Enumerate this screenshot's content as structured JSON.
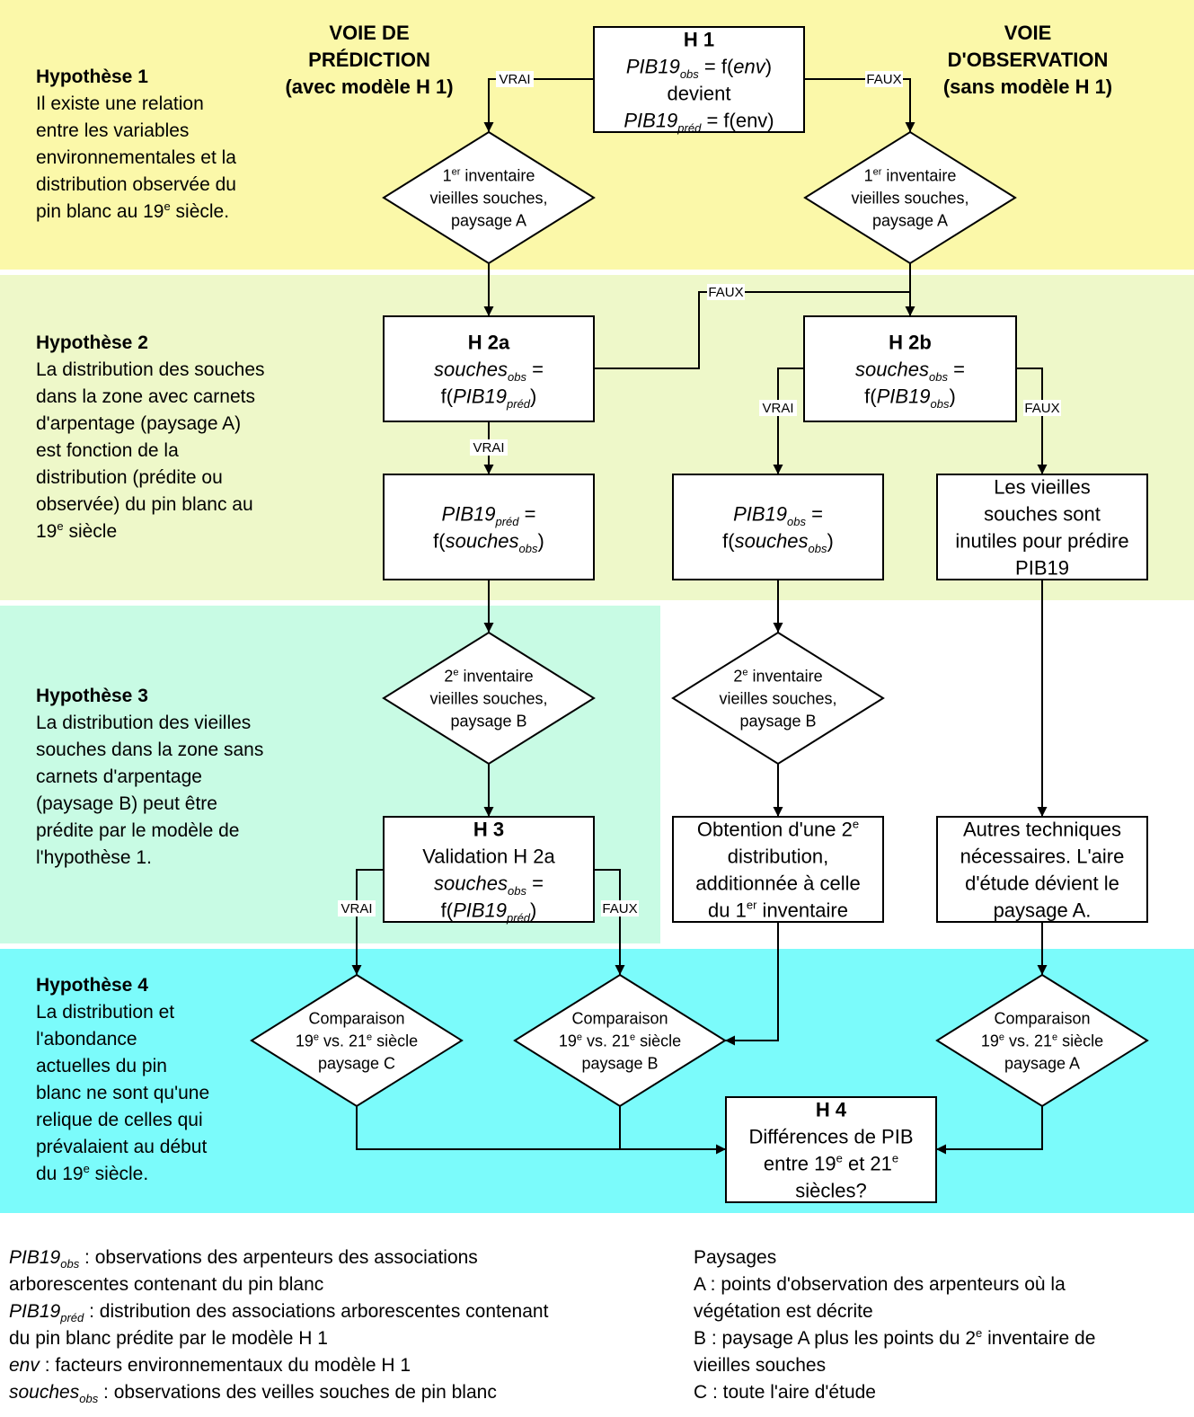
{
  "colors": {
    "band1": "#fbf8a9",
    "band2": "#eef8c9",
    "band3": "#c8fbe4",
    "band4": "#7bfbfb",
    "node_fill": "#ffffff",
    "line": "#000000"
  },
  "voie_prediction": [
    "VOIE DE",
    "PRÉDICTION",
    "(avec modèle H 1)"
  ],
  "voie_observation": [
    "VOIE",
    "D'OBSERVATION",
    "(sans modèle H 1)"
  ],
  "hypotheses": [
    {
      "title": "Hypothèse 1",
      "text": [
        [
          {
            "t": "Il existe une relation"
          }
        ],
        [
          {
            "t": "entre les variables"
          }
        ],
        [
          {
            "t": "environnementales et la"
          }
        ],
        [
          {
            "t": "distribution observée du"
          }
        ],
        [
          {
            "t": "pin blanc au 19"
          },
          {
            "t": "e",
            "s": "sup"
          },
          {
            "t": " siècle."
          }
        ]
      ]
    },
    {
      "title": "Hypothèse 2",
      "text": [
        [
          {
            "t": "La distribution des souches"
          }
        ],
        [
          {
            "t": "dans la zone avec carnets"
          }
        ],
        [
          {
            "t": "d'arpentage (paysage A)"
          }
        ],
        [
          {
            "t": "est fonction de la"
          }
        ],
        [
          {
            "t": "distribution (prédite ou"
          }
        ],
        [
          {
            "t": "observée) du pin blanc au"
          }
        ],
        [
          {
            "t": "19"
          },
          {
            "t": "e",
            "s": "sup"
          },
          {
            "t": " siècle"
          }
        ]
      ]
    },
    {
      "title": "Hypothèse 3",
      "text": [
        [
          {
            "t": "La distribution des vieilles"
          }
        ],
        [
          {
            "t": "souches dans la zone sans"
          }
        ],
        [
          {
            "t": "carnets d'arpentage"
          }
        ],
        [
          {
            "t": "(paysage B) peut être"
          }
        ],
        [
          {
            "t": "prédite par le modèle de"
          }
        ],
        [
          {
            "t": "l'hypothèse 1."
          }
        ]
      ]
    },
    {
      "title": "Hypothèse 4",
      "text": [
        [
          {
            "t": "La distribution et"
          }
        ],
        [
          {
            "t": "l'abondance"
          }
        ],
        [
          {
            "t": "actuelles du pin"
          }
        ],
        [
          {
            "t": "blanc ne sont qu'une"
          }
        ],
        [
          {
            "t": "relique de celles qui"
          }
        ],
        [
          {
            "t": "prévalaient au début"
          }
        ],
        [
          {
            "t": "du 19"
          },
          {
            "t": "e",
            "s": "sup"
          },
          {
            "t": " siècle."
          }
        ]
      ]
    }
  ],
  "nodes": [
    {
      "id": "h1",
      "shape": "rect",
      "lines": [
        [
          {
            "t": "H 1",
            "b": 1
          }
        ],
        [
          {
            "t": "PIB19",
            "i": 1
          },
          {
            "t": "obs",
            "s": "sub",
            "i": 1
          },
          {
            "t": " = f("
          },
          {
            "t": "env",
            "i": 1
          },
          {
            "t": ")"
          }
        ],
        [
          {
            "t": "devient"
          }
        ],
        [
          {
            "t": "PIB19",
            "i": 1
          },
          {
            "t": "préd",
            "s": "sub",
            "i": 1
          },
          {
            "t": " = f(env)"
          }
        ]
      ]
    },
    {
      "id": "inv1-left",
      "shape": "diamond",
      "lines": [
        [
          {
            "t": "1"
          },
          {
            "t": "er",
            "s": "sup"
          },
          {
            "t": " inventaire"
          }
        ],
        [
          {
            "t": "vieilles souches,"
          }
        ],
        [
          {
            "t": "paysage A"
          }
        ]
      ]
    },
    {
      "id": "inv1-right",
      "shape": "diamond",
      "lines": [
        [
          {
            "t": "1"
          },
          {
            "t": "er",
            "s": "sup"
          },
          {
            "t": " inventaire"
          }
        ],
        [
          {
            "t": "vieilles souches,"
          }
        ],
        [
          {
            "t": "paysage A"
          }
        ]
      ]
    },
    {
      "id": "h2a",
      "shape": "rect",
      "lines": [
        [
          {
            "t": "H 2a",
            "b": 1
          }
        ],
        [
          {
            "t": "souches",
            "i": 1
          },
          {
            "t": "obs",
            "s": "sub",
            "i": 1
          },
          {
            "t": " ="
          }
        ],
        [
          {
            "t": "f("
          },
          {
            "t": "PIB19",
            "i": 1
          },
          {
            "t": "préd",
            "s": "sub",
            "i": 1
          },
          {
            "t": ")"
          }
        ]
      ]
    },
    {
      "id": "h2b",
      "shape": "rect",
      "lines": [
        [
          {
            "t": "H 2b",
            "b": 1
          }
        ],
        [
          {
            "t": "souches",
            "i": 1
          },
          {
            "t": "obs",
            "s": "sub",
            "i": 1
          },
          {
            "t": " ="
          }
        ],
        [
          {
            "t": "f("
          },
          {
            "t": "PIB19",
            "i": 1
          },
          {
            "t": "obs",
            "s": "sub",
            "i": 1
          },
          {
            "t": ")"
          }
        ]
      ]
    },
    {
      "id": "pib-pred",
      "shape": "rect",
      "lines": [
        [
          {
            "t": "PIB19",
            "i": 1
          },
          {
            "t": "préd",
            "s": "sub",
            "i": 1
          },
          {
            "t": " ="
          }
        ],
        [
          {
            "t": "f("
          },
          {
            "t": "souches",
            "i": 1
          },
          {
            "t": "obs",
            "s": "sub",
            "i": 1
          },
          {
            "t": ")"
          }
        ]
      ]
    },
    {
      "id": "pib-obs",
      "shape": "rect",
      "lines": [
        [
          {
            "t": "PIB19",
            "i": 1
          },
          {
            "t": "obs",
            "s": "sub",
            "i": 1
          },
          {
            "t": " ="
          }
        ],
        [
          {
            "t": "f("
          },
          {
            "t": "souches",
            "i": 1
          },
          {
            "t": "obs",
            "s": "sub",
            "i": 1
          },
          {
            "t": ")"
          }
        ]
      ]
    },
    {
      "id": "inutiles",
      "shape": "rect",
      "lines": [
        [
          {
            "t": "Les vieilles"
          }
        ],
        [
          {
            "t": "souches sont"
          }
        ],
        [
          {
            "t": "inutiles pour prédire"
          }
        ],
        [
          {
            "t": "PIB19"
          }
        ]
      ]
    },
    {
      "id": "inv2-left",
      "shape": "diamond",
      "lines": [
        [
          {
            "t": "2"
          },
          {
            "t": "e",
            "s": "sup"
          },
          {
            "t": " inventaire"
          }
        ],
        [
          {
            "t": "vieilles souches,"
          }
        ],
        [
          {
            "t": "paysage B"
          }
        ]
      ]
    },
    {
      "id": "inv2-right",
      "shape": "diamond",
      "lines": [
        [
          {
            "t": "2"
          },
          {
            "t": "e",
            "s": "sup"
          },
          {
            "t": " inventaire"
          }
        ],
        [
          {
            "t": "vieilles souches,"
          }
        ],
        [
          {
            "t": "paysage B"
          }
        ]
      ]
    },
    {
      "id": "h3",
      "shape": "rect",
      "lines": [
        [
          {
            "t": "H 3",
            "b": 1
          }
        ],
        [
          {
            "t": "Validation H 2a"
          }
        ],
        [
          {
            "t": "souches",
            "i": 1
          },
          {
            "t": "obs",
            "s": "sub",
            "i": 1
          },
          {
            "t": " ="
          }
        ],
        [
          {
            "t": "f("
          },
          {
            "t": "PIB19",
            "i": 1
          },
          {
            "t": "préd",
            "s": "sub",
            "i": 1
          },
          {
            "t": ")"
          }
        ]
      ]
    },
    {
      "id": "obtention",
      "shape": "rect",
      "lines": [
        [
          {
            "t": "Obtention d'une 2"
          },
          {
            "t": "e",
            "s": "sup"
          }
        ],
        [
          {
            "t": "distribution,"
          }
        ],
        [
          {
            "t": "additionnée à celle"
          }
        ],
        [
          {
            "t": "du 1"
          },
          {
            "t": "er",
            "s": "sup"
          },
          {
            "t": " inventaire"
          }
        ]
      ]
    },
    {
      "id": "autres",
      "shape": "rect",
      "lines": [
        [
          {
            "t": "Autres techniques"
          }
        ],
        [
          {
            "t": "nécessaires. L'aire"
          }
        ],
        [
          {
            "t": "d'étude dévient le"
          }
        ],
        [
          {
            "t": "paysage A."
          }
        ]
      ]
    },
    {
      "id": "comp-c",
      "shape": "diamond",
      "lines": [
        [
          {
            "t": "Comparaison"
          }
        ],
        [
          {
            "t": "19"
          },
          {
            "t": "e",
            "s": "sup"
          },
          {
            "t": " vs. 21"
          },
          {
            "t": "e",
            "s": "sup"
          },
          {
            "t": " siècle"
          }
        ],
        [
          {
            "t": "paysage C"
          }
        ]
      ]
    },
    {
      "id": "comp-b",
      "shape": "diamond",
      "lines": [
        [
          {
            "t": "Comparaison"
          }
        ],
        [
          {
            "t": "19"
          },
          {
            "t": "e",
            "s": "sup"
          },
          {
            "t": " vs. 21"
          },
          {
            "t": "e",
            "s": "sup"
          },
          {
            "t": " siècle"
          }
        ],
        [
          {
            "t": "paysage B"
          }
        ]
      ]
    },
    {
      "id": "comp-a",
      "shape": "diamond",
      "lines": [
        [
          {
            "t": "Comparaison"
          }
        ],
        [
          {
            "t": "19"
          },
          {
            "t": "e",
            "s": "sup"
          },
          {
            "t": " vs. 21"
          },
          {
            "t": "e",
            "s": "sup"
          },
          {
            "t": " siècle"
          }
        ],
        [
          {
            "t": "paysage A"
          }
        ]
      ]
    },
    {
      "id": "h4",
      "shape": "rect",
      "lines": [
        [
          {
            "t": "H 4",
            "b": 1
          }
        ],
        [
          {
            "t": "Différences de PIB"
          }
        ],
        [
          {
            "t": "entre 19"
          },
          {
            "t": "e",
            "s": "sup"
          },
          {
            "t": " et 21"
          },
          {
            "t": "e",
            "s": "sup"
          }
        ],
        [
          {
            "t": "siècles?"
          }
        ]
      ]
    }
  ],
  "edge_labels": {
    "vrai": "VRAI",
    "faux": "FAUX"
  },
  "legend_left": [
    [
      {
        "t": "PIB19",
        "i": 1
      },
      {
        "t": "obs",
        "s": "sub",
        "i": 1
      },
      {
        "t": " : observations des arpenteurs des associations"
      }
    ],
    [
      {
        "t": "arborescentes contenant du pin blanc"
      }
    ],
    [
      {
        "t": "PIB19",
        "i": 1
      },
      {
        "t": "préd",
        "s": "sub",
        "i": 1
      },
      {
        "t": " : distribution des associations arborescentes contenant"
      }
    ],
    [
      {
        "t": "du pin blanc prédite par le modèle H 1"
      }
    ],
    [
      {
        "t": "env",
        "i": 1
      },
      {
        "t": " : facteurs environnementaux du modèle H 1"
      }
    ],
    [
      {
        "t": "souches",
        "i": 1
      },
      {
        "t": "obs",
        "s": "sub",
        "i": 1
      },
      {
        "t": " : observations des veilles souches de pin blanc"
      }
    ]
  ],
  "legend_right": [
    [
      {
        "t": "Paysages"
      }
    ],
    [
      {
        "t": "A : points d'observation des arpenteurs où la"
      }
    ],
    [
      {
        "t": "végétation est décrite"
      }
    ],
    [
      {
        "t": "B : paysage A plus les points du 2"
      },
      {
        "t": "e",
        "s": "sup"
      },
      {
        "t": " inventaire de"
      }
    ],
    [
      {
        "t": "vieilles souches"
      }
    ],
    [
      {
        "t": "C : toute l'aire d'étude"
      }
    ]
  ]
}
